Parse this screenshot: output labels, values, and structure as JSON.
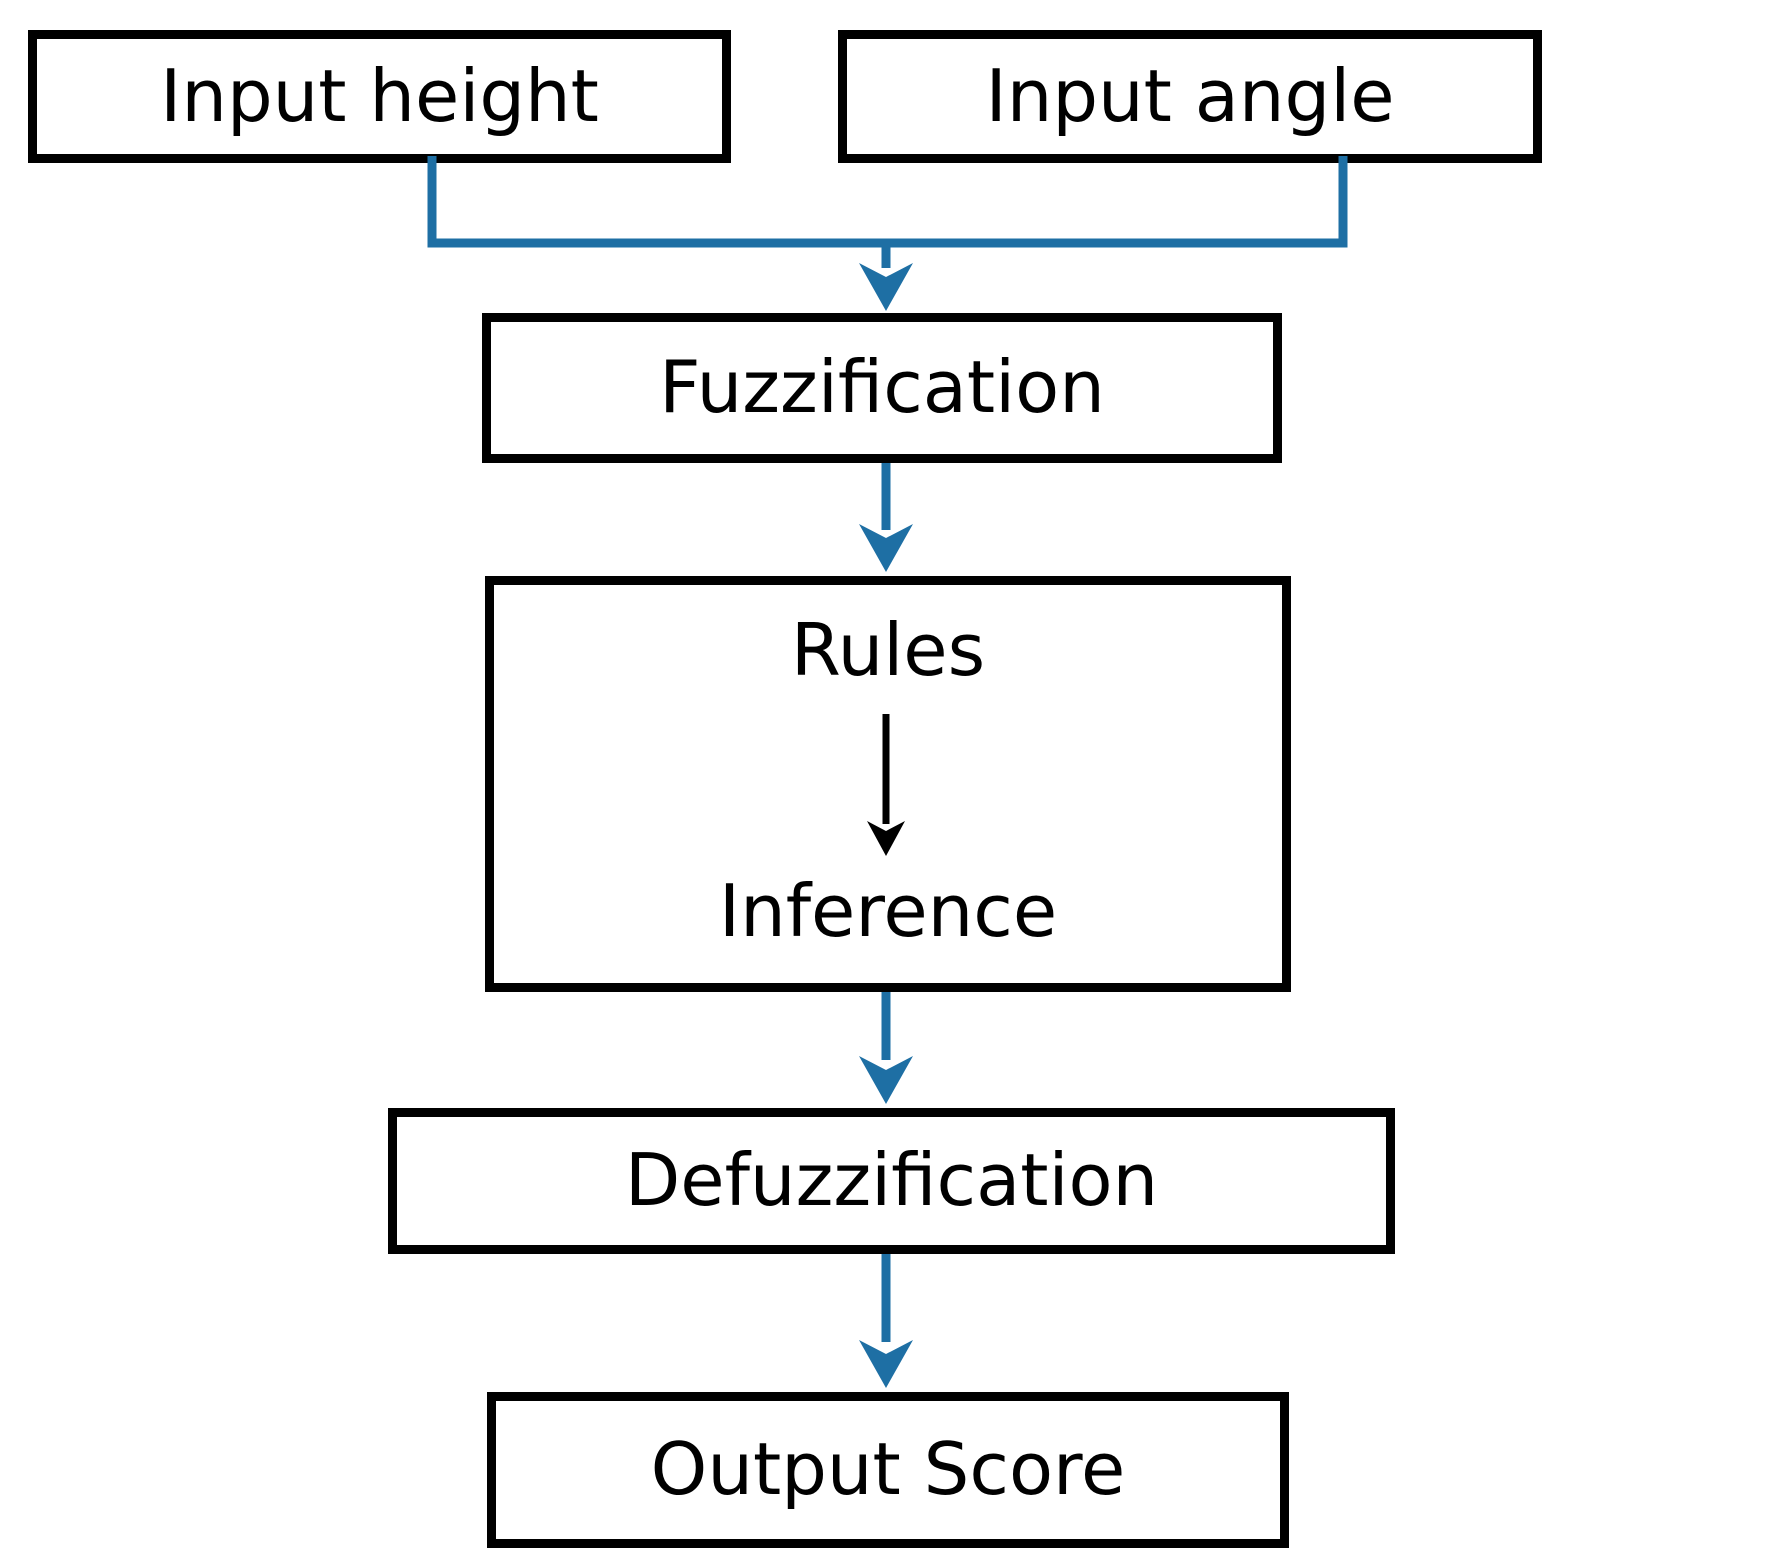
{
  "nodes": {
    "input_height": "Input height",
    "input_angle": "Input angle",
    "fuzzification": "Fuzzification",
    "rules": "Rules",
    "inference": "Inference",
    "defuzzification": "Defuzzification",
    "output_score": "Output Score"
  },
  "colors": {
    "connector": "#1E6FA4",
    "border": "#000000",
    "text": "#000000",
    "background": "#FFFFFF"
  }
}
